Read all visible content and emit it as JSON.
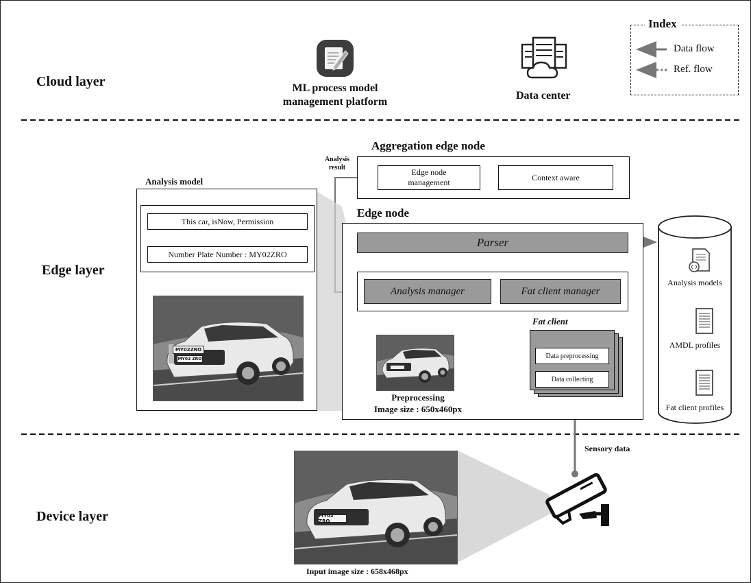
{
  "layers": {
    "cloud": "Cloud layer",
    "edge": "Edge layer",
    "device": "Device layer"
  },
  "cloud": {
    "ml_platform_label": "ML process model\nmanagement platform",
    "data_center_label": "Data center"
  },
  "index": {
    "title": "Index",
    "data_flow": "Data flow",
    "ref_flow": "Ref. flow"
  },
  "aggregation": {
    "title": "Aggregation edge node",
    "edge_node_management": "Edge node\nmanagement",
    "context_aware": "Context aware",
    "analysis_result": "Analysis\nresult"
  },
  "analysis_model": {
    "title": "Analysis model",
    "row1": "This car, isNow, Permission",
    "row2": "Number Plate Number : MY02ZRO",
    "plate_text": "MY02ZRO",
    "plate_text_small": "MY02 ZRO"
  },
  "edge_node": {
    "title": "Edge node",
    "parser": "Parser",
    "analysis_manager": "Analysis manager",
    "fat_client_manager": "Fat client manager",
    "fat_client": "Fat client",
    "data_preprocessing": "Data preprocessing",
    "data_collecting": "Data collecting",
    "preprocessing_caption": "Preprocessing\nImage size : 650x460px"
  },
  "storage": {
    "analysis_models": "Analysis models",
    "amdl_profiles": "AMDL profiles",
    "fat_client_profiles": "Fat client profiles"
  },
  "device": {
    "sensory_data": "Sensory data",
    "input_caption": "Input image size : 658x468px",
    "plate_text": "MY02 ZRO"
  },
  "icons": [
    "notepad-icon",
    "data-center-icon",
    "code-document-icon",
    "document-icon",
    "cctv-camera-icon"
  ]
}
